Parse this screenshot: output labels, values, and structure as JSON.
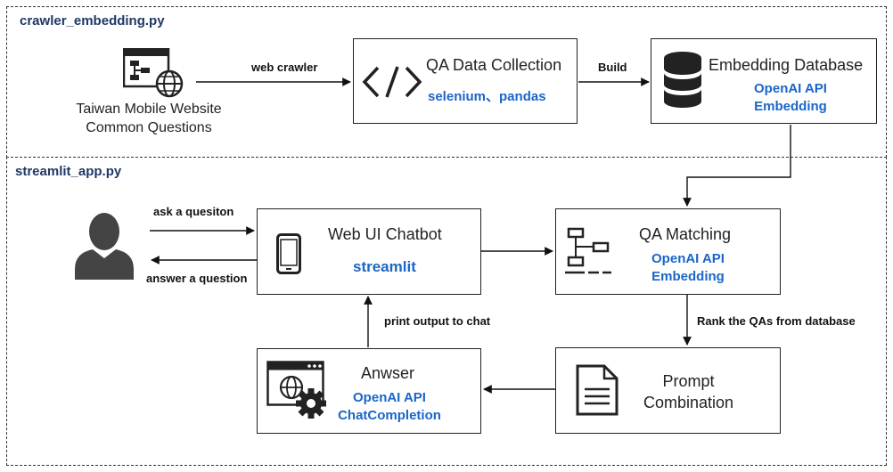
{
  "sections": {
    "crawler": "crawler_embedding.py",
    "app": "streamlit_app.py"
  },
  "source": {
    "line1": "Taiwan Mobile Website",
    "line2": "Common Questions"
  },
  "nodes": {
    "qa_collection": {
      "title": "QA Data Collection",
      "tech": "selenium、pandas"
    },
    "embedding_db": {
      "title": "Embedding Database",
      "tech1": "OpenAI API",
      "tech2": "Embedding"
    },
    "web_ui": {
      "title": "Web UI Chatbot",
      "tech": "streamlit"
    },
    "qa_matching": {
      "title": "QA Matching",
      "tech1": "OpenAI API",
      "tech2": "Embedding"
    },
    "prompt": {
      "line1": "Prompt",
      "line2": "Combination"
    },
    "answer": {
      "title": "Anwser",
      "tech1": "OpenAI API",
      "tech2": "ChatCompletion"
    }
  },
  "edges": {
    "web_crawler": "web crawler",
    "build": "Build",
    "ask": "ask a quesiton",
    "answer": "answer a question",
    "rank": "Rank the QAs from database",
    "print": "print output to chat"
  },
  "colors": {
    "accent": "#1a66c8",
    "icon": "#222222",
    "user": "#444444"
  },
  "icons": [
    "website-diagram-icon",
    "code-brackets-icon",
    "database-icon",
    "user-icon",
    "mobile-phone-icon",
    "tree-structure-icon",
    "document-icon",
    "web-settings-icon"
  ]
}
